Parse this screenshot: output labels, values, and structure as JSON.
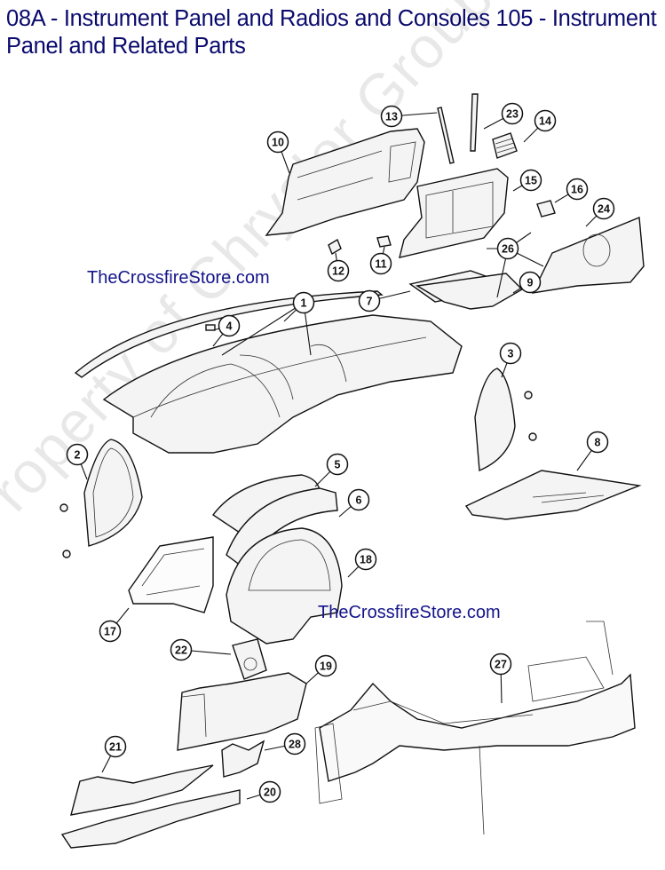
{
  "title": "08A - Instrument Panel and Radios and Consoles 105 - Instrument Panel and Related Parts",
  "watermark": "Property of Chrysler Group LLC",
  "store_labels": [
    "TheCrossfireStore.com",
    "TheCrossfireStore.com"
  ],
  "callouts": [
    "1",
    "2",
    "3",
    "4",
    "5",
    "6",
    "7",
    "8",
    "9",
    "10",
    "11",
    "12",
    "13",
    "14",
    "15",
    "16",
    "17",
    "18",
    "19",
    "20",
    "21",
    "22",
    "23",
    "24",
    "26",
    "27",
    "28"
  ]
}
